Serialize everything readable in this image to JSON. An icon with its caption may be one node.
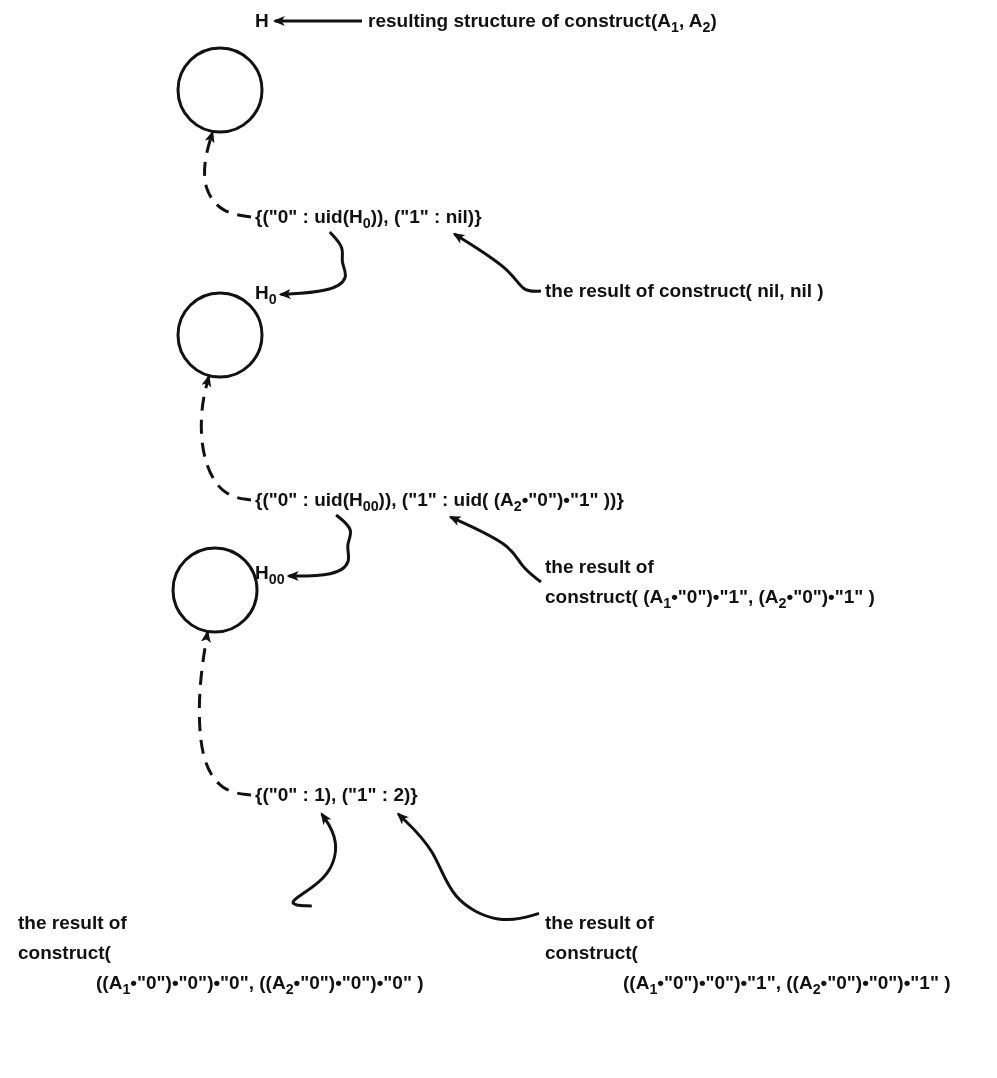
{
  "diagram": {
    "nodes": [
      {
        "text": [],
        "shape": "circle"
      },
      {
        "text": [
          "H"
        ]
      },
      {
        "text": [
          "resulting structure of construct(A$_{1}$, A$_{2}$)"
        ]
      },
      {
        "text": [
          "{(\"0\" : uid(H$_{0}$)), (\"1\" : nil)}"
        ]
      },
      {
        "text": [],
        "shape": "circle"
      },
      {
        "text": [
          "H$_{0}$"
        ]
      },
      {
        "text": [
          "the result of construct( nil, nil )"
        ]
      },
      {
        "text": [
          "{(\"0\" : uid(H$_{00}$)), (\"1\" : uid( (A$_{2}$•\"0\")•\"1\" ))}"
        ]
      },
      {
        "text": [],
        "shape": "circle"
      },
      {
        "text": [
          "H$_{00}$"
        ]
      },
      {
        "text": [
          "the result of",
          "construct( (A$_{1}$•\"0\")•\"1\", (A$_{2}$•\"0\")•\"1\" )"
        ]
      },
      {
        "text": [
          "{(\"0\" : 1), (\"1\" : 2)}"
        ]
      },
      {
        "text": [
          "the result of construct(",
          "((A$_{1}$•\"0\")•\"0\")•\"0\", ((A$_{2}$•\"0\")•\"0\")•\"0\"  )"
        ]
      },
      {
        "text": [
          "the result of construct(",
          "((A$_{1}$•\"0\")•\"0\")•\"1\", ((A$_{2}$•\"0\")•\"0\")•\"1\"  )"
        ]
      }
    ],
    "edges": [
      {
        "from": 2,
        "to": 1,
        "arrow": "to"
      },
      {
        "from": 3,
        "to": 0,
        "arrow": "to",
        "style": "dashed"
      },
      {
        "from": 3,
        "to": 5,
        "arrow": "to"
      },
      {
        "from": 6,
        "to": 3,
        "arrow": "to"
      },
      {
        "from": 7,
        "to": 4,
        "arrow": "to",
        "style": "dashed"
      },
      {
        "from": 7,
        "to": 9,
        "arrow": "to"
      },
      {
        "from": 10,
        "to": 7,
        "arrow": "to"
      },
      {
        "from": 11,
        "to": 8,
        "arrow": "to",
        "style": "dashed"
      },
      {
        "from": 12,
        "to": 11,
        "arrow": "to"
      },
      {
        "from": 13,
        "to": 11,
        "arrow": "to"
      }
    ]
  }
}
